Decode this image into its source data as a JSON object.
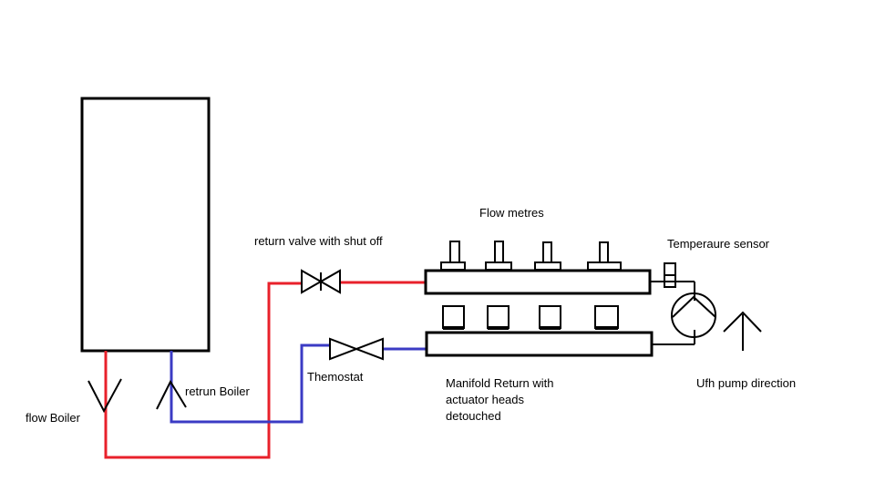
{
  "labels": {
    "flow_metres": "Flow metres",
    "return_valve": "return valve with shut off",
    "temperature_sensor": "Temperaure sensor",
    "thermostat": "Themostat",
    "retrun_boiler": "retrun Boiler",
    "flow_boiler": "flow Boiler",
    "manifold_return": "Manifold Return with actuator heads detouched",
    "ufh_pump_direction": "Ufh pump direction"
  },
  "colors": {
    "flow_pipe": "#e8212b",
    "return_pipe": "#3b3bc4",
    "outline": "#000000"
  }
}
